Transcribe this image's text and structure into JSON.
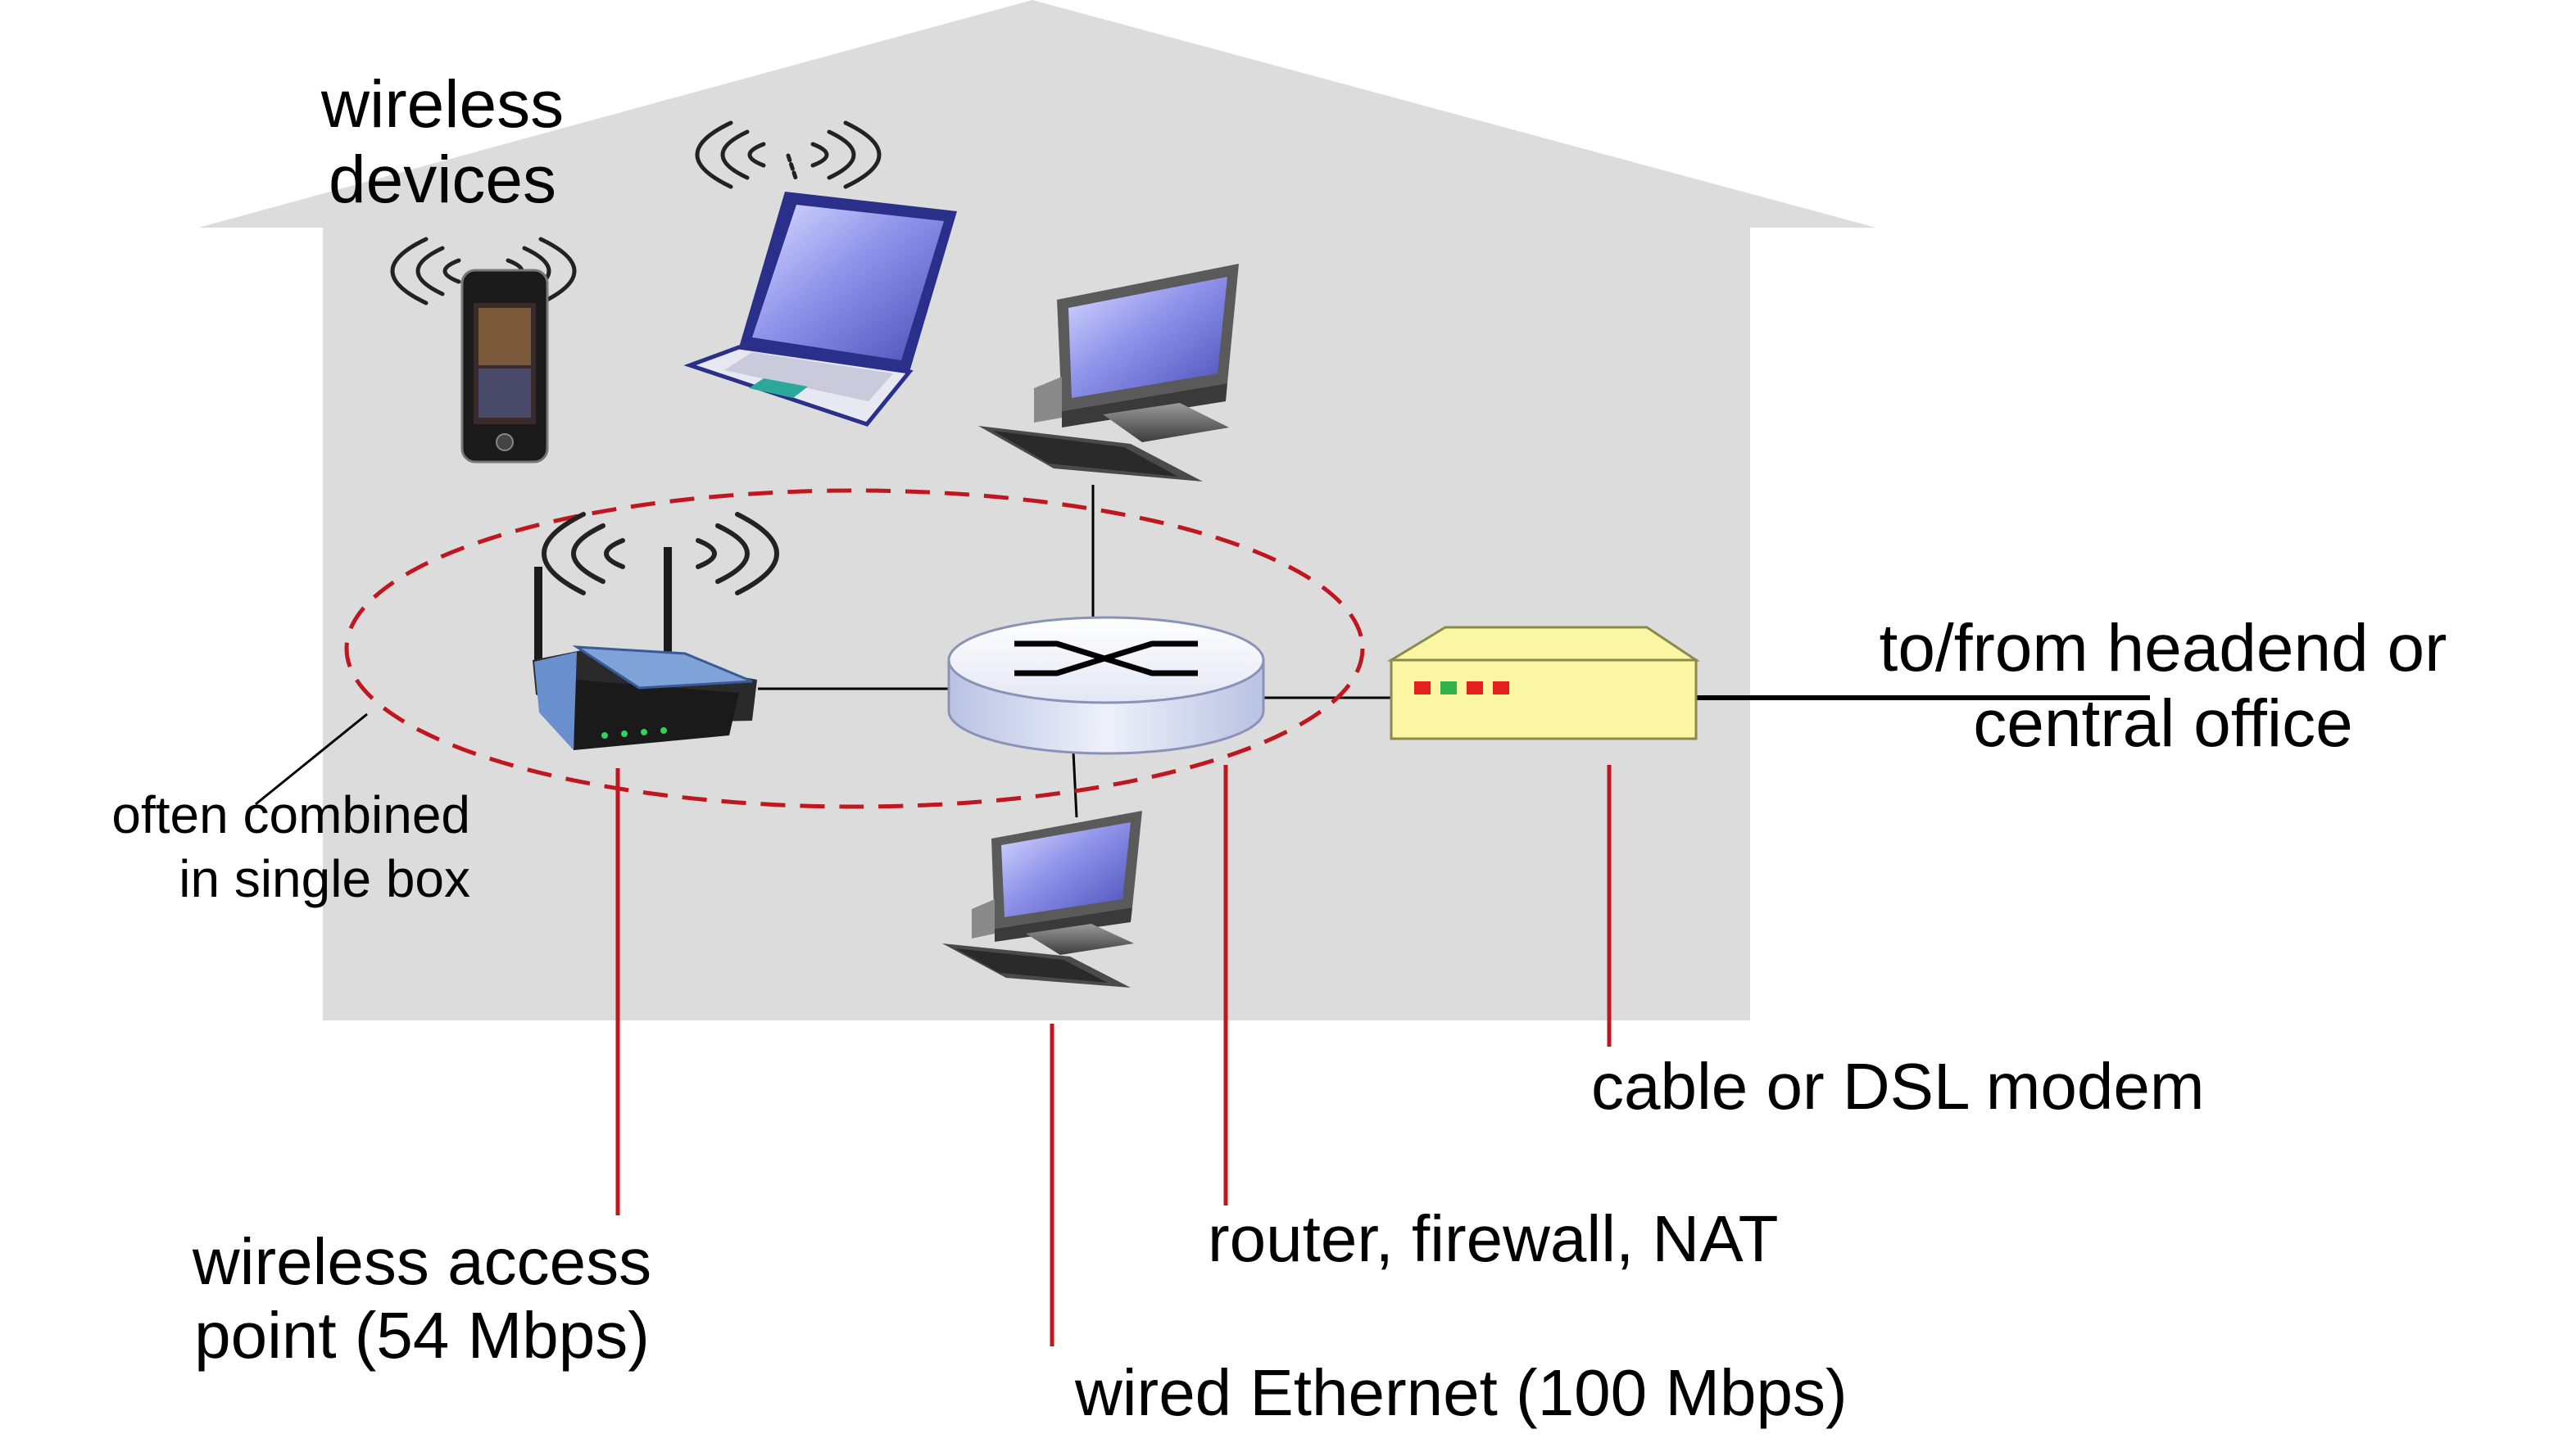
{
  "labels": {
    "wireless_devices": [
      "wireless",
      "devices"
    ],
    "combined": [
      "often combined",
      "in single box"
    ],
    "headend": [
      "to/from headend or",
      "central office"
    ],
    "modem": "cable or DSL modem",
    "router": "router, firewall, NAT",
    "access_point": [
      "wireless access",
      "point (54 Mbps)"
    ],
    "ethernet": "wired Ethernet (100 Mbps)"
  },
  "colors": {
    "house": "#dcdcdc",
    "callout": "#c0161f",
    "modem": "#fbf6a4",
    "modem_led_red": "#e41f1f",
    "modem_led_green": "#2fb34a",
    "router": "#eceff8",
    "router_lightblue": "#cfd6ee",
    "screen": "#8e92e8",
    "access_point": "#7fa3d8"
  },
  "icons": [
    "house-shape",
    "smartphone-icon",
    "laptop-icon",
    "desktop-computer-icon",
    "wireless-router-icon",
    "router-switch-icon",
    "cable-modem-icon",
    "wifi-waves-icon"
  ]
}
